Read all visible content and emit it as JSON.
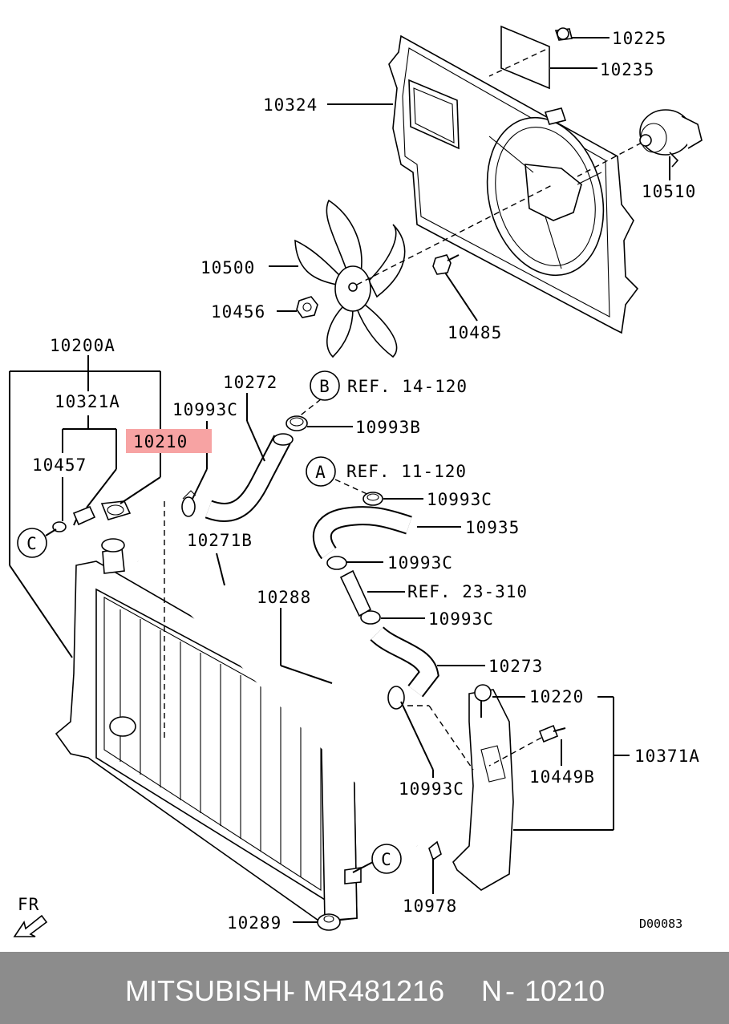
{
  "callouts": {
    "c10225": "10225",
    "c10235": "10235",
    "c10324": "10324",
    "c10510": "10510",
    "c10500": "10500",
    "c10456": "10456",
    "c10485": "10485",
    "c10200A": "10200A",
    "c10321A": "10321A",
    "c10457": "10457",
    "c10210": "10210",
    "c10993C_a": "10993C",
    "c10272": "10272",
    "c10993B": "10993B",
    "c10993C_b": "10993C",
    "c10935": "10935",
    "c10993C_c": "10993C",
    "c10271B": "10271B",
    "c10288": "10288",
    "c10993C_d": "10993C",
    "c10273": "10273",
    "c10220": "10220",
    "c10371A": "10371A",
    "c10449B": "10449B",
    "c10993C_e": "10993C",
    "c10978": "10978",
    "c10289": "10289"
  },
  "refs": {
    "refB": "REF. 14-120",
    "refA": "REF. 11-120",
    "ref23": "REF. 23-310"
  },
  "circle_letters": {
    "B": "B",
    "A": "A",
    "C1": "C",
    "C2": "C"
  },
  "direction_label": "FR",
  "diagram_code": "D00083",
  "highlight_color": "#f7a3a3",
  "footer": {
    "brand": "MITSUBISHI",
    "sep": "-",
    "part_number": "MR481216",
    "ref_prefix": "N",
    "ref_sep": "-",
    "ref_number": "10210"
  }
}
